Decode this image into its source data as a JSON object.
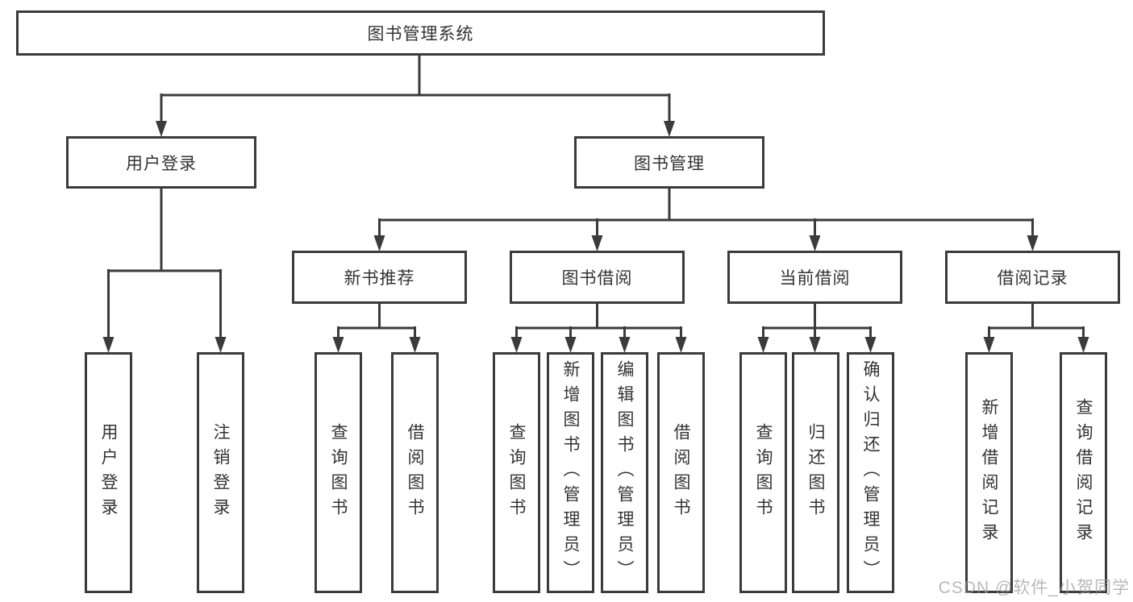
{
  "tree": {
    "label": "图书管理系统",
    "children": [
      {
        "label": "用户登录",
        "children": [
          {
            "label": "用户登录"
          },
          {
            "label": "注销登录"
          }
        ]
      },
      {
        "label": "图书管理",
        "children": [
          {
            "label": "新书推荐",
            "children": [
              {
                "label": "查询图书"
              },
              {
                "label": "借阅图书"
              }
            ]
          },
          {
            "label": "图书借阅",
            "children": [
              {
                "label": "查询图书"
              },
              {
                "label": "新增图书（管理员）"
              },
              {
                "label": "编辑图书（管理员）"
              },
              {
                "label": "借阅图书"
              }
            ]
          },
          {
            "label": "当前借阅",
            "children": [
              {
                "label": "查询图书"
              },
              {
                "label": "归还图书"
              },
              {
                "label": "确认归还（管理员）"
              }
            ]
          },
          {
            "label": "借阅记录",
            "children": [
              {
                "label": "新增借阅记录"
              },
              {
                "label": "查询借阅记录"
              }
            ]
          }
        ]
      }
    ]
  },
  "watermark": "CSDN @软件_小贺同学",
  "colors": {
    "line": "#3b3b3b",
    "text": "#333333",
    "watermark": "#9e9e9e",
    "background": "#ffffff"
  }
}
